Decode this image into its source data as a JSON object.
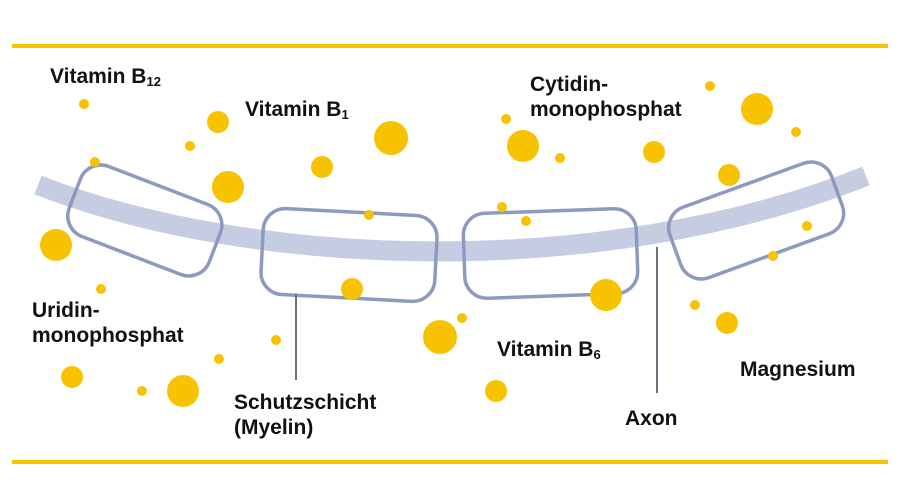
{
  "colors": {
    "accent": "#f7c200",
    "axon": "#c6cde2",
    "myelin_stroke": "#8d9abf",
    "leader": "#6b7280",
    "text": "#111111"
  },
  "labels": {
    "vitamin_b12": {
      "main": "Vitamin B",
      "sub": "12"
    },
    "vitamin_b1": {
      "main": "Vitamin B",
      "sub": "1"
    },
    "cytidin": {
      "line1": "Cytidin-",
      "line2": "monophosphat"
    },
    "uridin": {
      "line1": "Uridin-",
      "line2": "monophosphat"
    },
    "vitamin_b6": {
      "main": "Vitamin B",
      "sub": "6"
    },
    "magnesium": "Magnesium",
    "schutzschicht": {
      "line1": "Schutzschicht",
      "line2": "(Myelin)"
    },
    "axon": "Axon"
  }
}
